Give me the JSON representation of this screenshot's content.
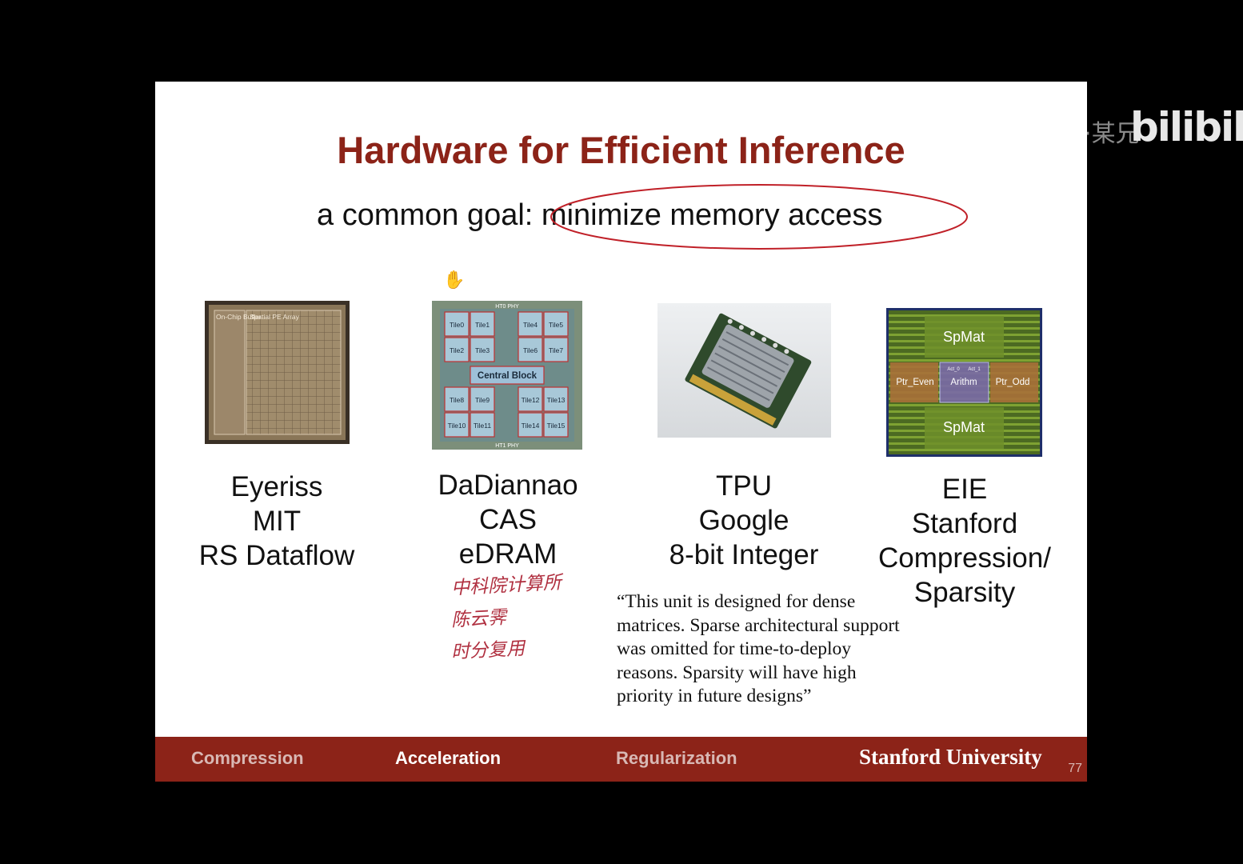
{
  "watermark": {
    "text": "UP主·某兄",
    "logo": "bilibili"
  },
  "slide": {
    "title": "Hardware for Efficient Inference",
    "subtitle": "a common goal: minimize memory access",
    "cursor_icon": "hand-cursor-icon",
    "eyeriss": {
      "label_buffer": "On-Chip Buffer",
      "label_array": "Spatial PE Array",
      "name": "Eyeriss",
      "org": "MIT",
      "detail": "RS Dataflow"
    },
    "dadiannao": {
      "top": "HT0 PHY",
      "bottom": "HT1 PHY",
      "center": "Central Block",
      "tiles": [
        "Tile0",
        "Tile1",
        "Tile4",
        "Tile5",
        "Tile2",
        "Tile3",
        "Tile6",
        "Tile7",
        "Tile8",
        "Tile9",
        "Tile12",
        "Tile13",
        "Tile10",
        "Tile11",
        "Tile14",
        "Tile15"
      ],
      "name": "DaDiannao",
      "org": "CAS",
      "detail": "eDRAM",
      "notes": [
        "中科院计算所",
        "陈云霁",
        "时分复用"
      ]
    },
    "tpu": {
      "name": "TPU",
      "org": "Google",
      "detail": "8-bit Integer",
      "quote": "“This unit is designed for dense matrices. Sparse architectural support was omitted for time-to-deploy reasons. Sparsity will have high priority in future designs”"
    },
    "eie": {
      "spmat_top": "SpMat",
      "spmat_bottom": "SpMat",
      "ptr_even": "Ptr_Even",
      "arithm": "Arithm",
      "ptr_odd": "Ptr_Odd",
      "act0": "Act_0",
      "act1": "Act_1",
      "name": "EIE",
      "org": "Stanford",
      "detail1": "Compression/",
      "detail2": "Sparsity"
    }
  },
  "footer": {
    "compression": "Compression",
    "acceleration": "Acceleration",
    "regularization": "Regularization",
    "university": "Stanford University",
    "page": "77"
  },
  "colors": {
    "accent": "#8c2318",
    "background": "#000000",
    "slide": "#ffffff"
  }
}
